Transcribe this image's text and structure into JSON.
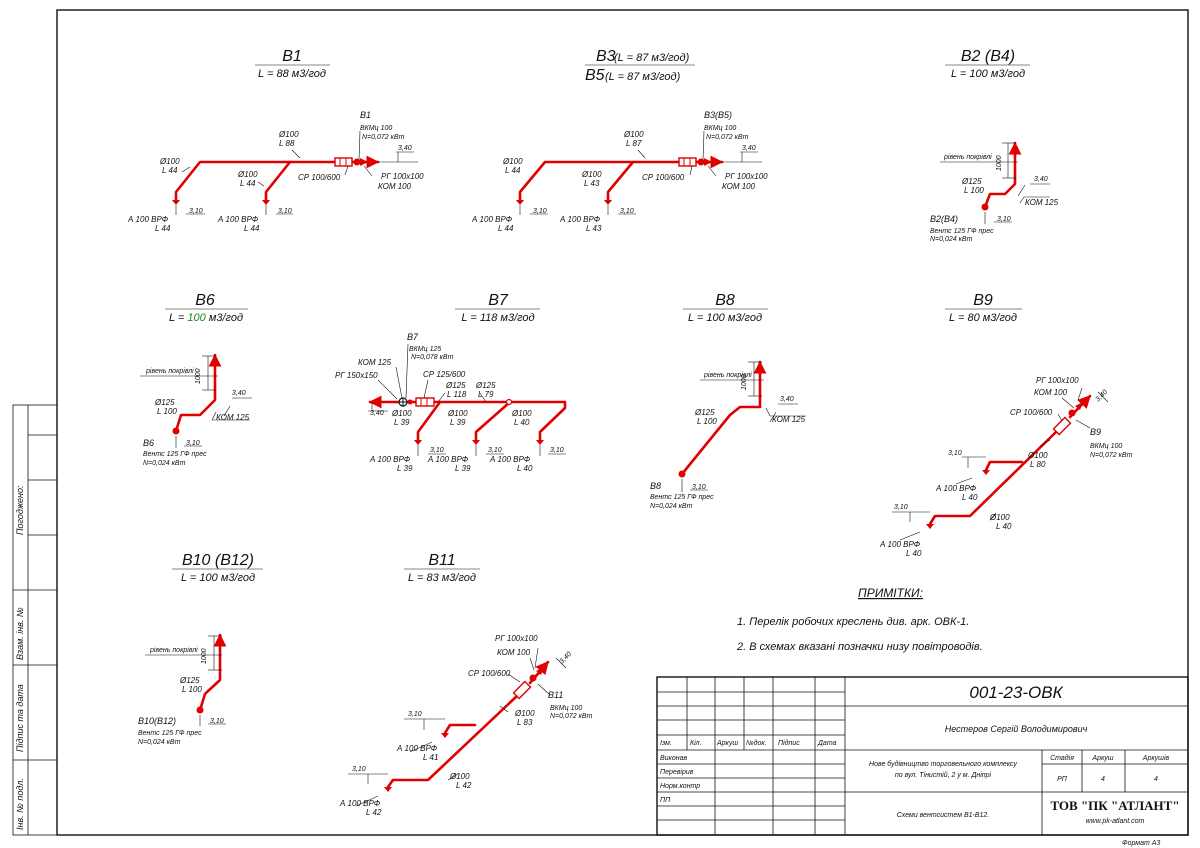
{
  "colors": {
    "pipe": "#e00000",
    "green_value": "#1a8a1a"
  },
  "systems": {
    "b1": {
      "name": "B1",
      "flow": "L = 88 м3/год"
    },
    "b3": {
      "name": "B3",
      "name_paren": "(L = 87 м3/год)",
      "name2": "B5",
      "name2_paren": "(L = 87 м3/год)"
    },
    "b2": {
      "name": "B2 (B4)",
      "flow": "L = 100 м3/год"
    },
    "b6": {
      "name": "B6",
      "flow_prefix": "L = ",
      "flow_value": "100",
      "flow_suffix": " м3/год"
    },
    "b7": {
      "name": "B7",
      "flow": "L = 118 м3/год"
    },
    "b8": {
      "name": "B8",
      "flow": "L = 100 м3/год"
    },
    "b9": {
      "name": "B9",
      "flow": "L = 80 м3/год"
    },
    "b10": {
      "name": "B10 (B12)",
      "flow": "L = 100 м3/год"
    },
    "b11": {
      "name": "B11",
      "flow": "L = 83 м3/год"
    }
  },
  "labels": {
    "b1": {
      "sys": "B1",
      "fan": "ВКМц 100",
      "power": "N=0,072 кВт",
      "d100a": "Ø100",
      "l88": "L 88",
      "d100b": "Ø100",
      "l44a": "L 44",
      "d100c": "Ø100",
      "l44b": "L 44",
      "cp": "СР 100/600",
      "rg": "РГ 100х100",
      "kom": "КОМ 100",
      "lvl": "3,40",
      "a1": "А 100 ВРФ",
      "a1l": "L 44",
      "h1": "3,10",
      "a2": "А 100 ВРФ",
      "a2l": "L 44",
      "h2": "3,10"
    },
    "b3": {
      "sys": "B3(B5)",
      "fan": "ВКМц 100",
      "power": "N=0,072 кВт",
      "d100a": "Ø100",
      "l87": "L 87",
      "d100b": "Ø100",
      "l44": "L 44",
      "d100c": "Ø100",
      "l43": "L 43",
      "cp": "СР 100/600",
      "rg": "РГ 100х100",
      "kom": "КОМ 100",
      "lvl": "3,40",
      "a1": "А 100 ВРФ",
      "a1l": "L 44",
      "h1": "3,10",
      "a2": "А 100 ВРФ",
      "a2l": "L 43",
      "h2": "3,10"
    },
    "b2": {
      "roof": "рівень покрівлі",
      "dim": "1000",
      "d125": "Ø125",
      "l100": "L 100",
      "lvl": "3,40",
      "kom": "КОМ 125",
      "sys": "B2(B4)",
      "h": "3,10",
      "fan": "Вентс 125 ГФ прес",
      "power": "N=0,024 кВт"
    },
    "b6": {
      "roof": "рівень покрівлі",
      "dim": "1000",
      "d125": "Ø125",
      "l100": "L 100",
      "lvl": "3,40",
      "kom": "КОМ 125",
      "sys": "B6",
      "h": "3,10",
      "fan": "Вентс 125 ГФ прес",
      "power": "N=0,024 кВт"
    },
    "b7": {
      "sys": "B7",
      "fan": "ВКМц 125",
      "power": "N=0,078 кВт",
      "kom": "КОМ 125",
      "rg": "РГ 150х150",
      "cp": "СР 125/600",
      "d125a": "Ø125",
      "l118": "L 118",
      "d125b": "Ø125",
      "l79": "L 79",
      "lvl": "3,40",
      "d100a": "Ø100",
      "l39a": "L 39",
      "d100b": "Ø100",
      "l39b": "L 39",
      "d100c": "Ø100",
      "l40": "L 40",
      "h1": "3,10",
      "h2": "3,10",
      "h3": "3,10",
      "a1": "А 100 ВРФ",
      "a1l": "L 39",
      "a2": "А 100 ВРФ",
      "a2l": "L 39",
      "a3": "А 100 ВРФ",
      "a3l": "L 40"
    },
    "b8": {
      "roof": "рівень покрівлі",
      "dim": "1000",
      "d125": "Ø125",
      "l100": "L 100",
      "lvl": "3,40",
      "kom": "КОМ 125",
      "sys": "B8",
      "h": "3,10",
      "fan": "Вентс 125 ГФ прес",
      "power": "N=0,024 кВт"
    },
    "b9": {
      "rg": "РГ 100х100",
      "kom": "КОМ 100",
      "lvl": "3,40",
      "cp": "СР 100/600",
      "sys": "B9",
      "fan": "ВКМц 100",
      "power": "N=0,072 кВт",
      "d100a": "Ø100",
      "l80": "L 80",
      "h1": "3,10",
      "a1": "А 100 ВРФ",
      "a1l": "L 40",
      "h2": "3,10",
      "d100b": "Ø100",
      "l40": "L 40",
      "a2": "А 100 ВРФ",
      "a2l": "L 40"
    },
    "b10": {
      "roof": "рівень покрівлі",
      "dim": "1000",
      "d125": "Ø125",
      "l100": "L 100",
      "sys": "B10(B12)",
      "h": "3,10",
      "fan": "Вентс 125 ГФ прес",
      "power": "N=0,024 кВт"
    },
    "b11": {
      "rg": "РГ 100х100",
      "kom": "КОМ 100",
      "lvl": "3,40",
      "cp": "СР 100/600",
      "sys": "B11",
      "fan": "ВКМц 100",
      "power": "N=0,072 кВт",
      "d100a": "Ø100",
      "l83": "L 83",
      "h1": "3,10",
      "a1": "А 100 ВРФ",
      "a1l": "L 41",
      "h2": "3,10",
      "d100b": "Ø100",
      "l42": "L 42",
      "a2": "А 100 ВРФ",
      "a2l": "L 42"
    }
  },
  "notes": {
    "title": "ПРИМІТКИ:",
    "items": [
      "1.  Перелік робочих креслень див. арк. ОВК-1.",
      "2.  В схемах вказані позначки низу повітроводів."
    ]
  },
  "stamp": {
    "code": "001-23-ОВК",
    "author": "Нестеров Сергій Володимирович",
    "headers": [
      "Ізм.",
      "Кіл.",
      "Аркуш",
      "№док.",
      "Підпис",
      "Дата"
    ],
    "roles": [
      "Виконав",
      "Перевірив",
      "Норм.контр",
      "ПП"
    ],
    "project": "Нове будівництво торговельного комплексу по вул. Тінистій, 2 у м. Дніпрі",
    "project_line1": "Нове будівництво торговельного комплексу",
    "project_line2": "по вул. Тінистій, 2 у м. Дніпрі",
    "stage_label": "Стадія",
    "sheet_label": "Аркуш",
    "sheets_label": "Аркушів",
    "stage": "РП",
    "sheet": "4",
    "sheets": "4",
    "drawing_title": "Схеми вентсистем B1-B12.",
    "company": "ТОВ \"ПК \"АТЛАНТ\"",
    "website": "www.pk-atlant.com",
    "format": "Формат А3"
  },
  "side_stamp": {
    "agreed": "Погоджено:",
    "inv_replace": "Взам. інв. №",
    "sign_date": "Підпис та дата",
    "inv_orig": "Інв. № подл."
  }
}
